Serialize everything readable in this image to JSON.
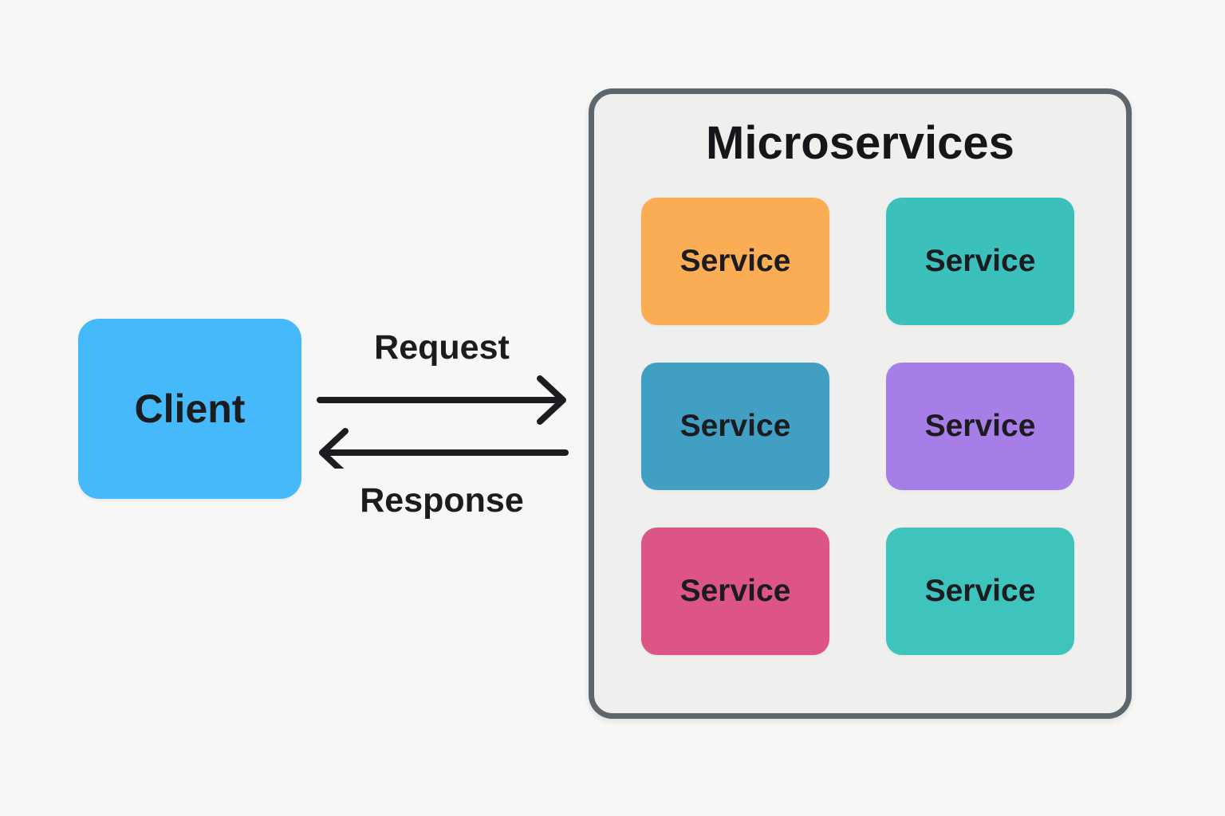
{
  "page": {
    "background_color": "#f7f7f5",
    "text_color": "#1b1c1f"
  },
  "client": {
    "label": "Client",
    "color": "#45b9fa"
  },
  "flows": {
    "request": {
      "label": "Request",
      "direction": "right"
    },
    "response": {
      "label": "Response",
      "direction": "left"
    },
    "arrow_color": "#1c1d20"
  },
  "microservices": {
    "title": "Microservices",
    "container_color": "#efefee",
    "border_color": "#5d666b",
    "services": [
      {
        "label": "Service",
        "color": "#fbad55"
      },
      {
        "label": "Service",
        "color": "#3bc0bb"
      },
      {
        "label": "Service",
        "color": "#419fc4"
      },
      {
        "label": "Service",
        "color": "#a77de8"
      },
      {
        "label": "Service",
        "color": "#dd5586"
      },
      {
        "label": "Service",
        "color": "#3ec3bd"
      }
    ]
  }
}
